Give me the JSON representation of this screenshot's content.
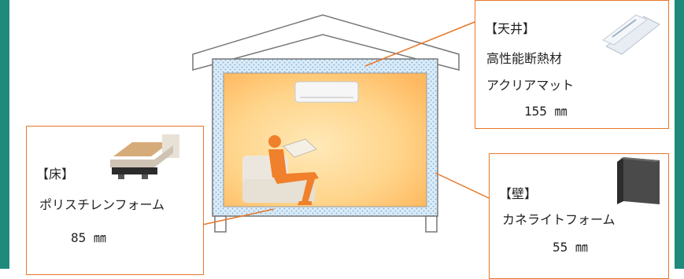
{
  "callouts": {
    "ceiling": {
      "heading": "【天井】",
      "material": "高性能断熱材",
      "product": "アクリアマット",
      "thickness": "155 ㎜"
    },
    "floor": {
      "heading": "【床】",
      "material": "ポリスチレンフォーム",
      "thickness": "85 ㎜"
    },
    "wall": {
      "heading": "【壁】",
      "material": "カネライトフォーム",
      "thickness": "55 ㎜"
    }
  },
  "colors": {
    "frame": "#1f8a7c",
    "accent": "#e7772a",
    "insulation": "#d9eaf7",
    "room": "#ffcf7d"
  }
}
